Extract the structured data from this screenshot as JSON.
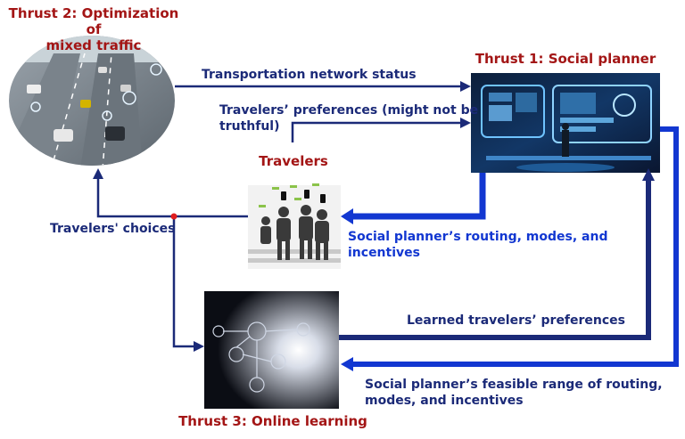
{
  "thrust2": {
    "title_line1": "Thrust 2: Optimization of",
    "title_line2": "mixed traffic"
  },
  "thrust1": {
    "title": "Thrust 1: Social planner"
  },
  "thrust3": {
    "title": "Thrust 3: Online learning"
  },
  "travelers": {
    "title": "Travelers"
  },
  "flows": {
    "network_status": "Transportation network status",
    "preferences_line1": "Travelers’ preferences (might not be",
    "preferences_line2": "truthful)",
    "choices": "Travelers' choices",
    "routing_line1": "Social planner’s routing, modes, and",
    "routing_line2": "incentives",
    "learned": "Learned travelers’ preferences",
    "feasible_line1": "Social planner’s feasible range of routing,",
    "feasible_line2": "modes, and incentives"
  },
  "colors": {
    "title_red": "#a31515",
    "arrow_navy": "#1b2a78",
    "arrow_blue": "#1237d1"
  }
}
